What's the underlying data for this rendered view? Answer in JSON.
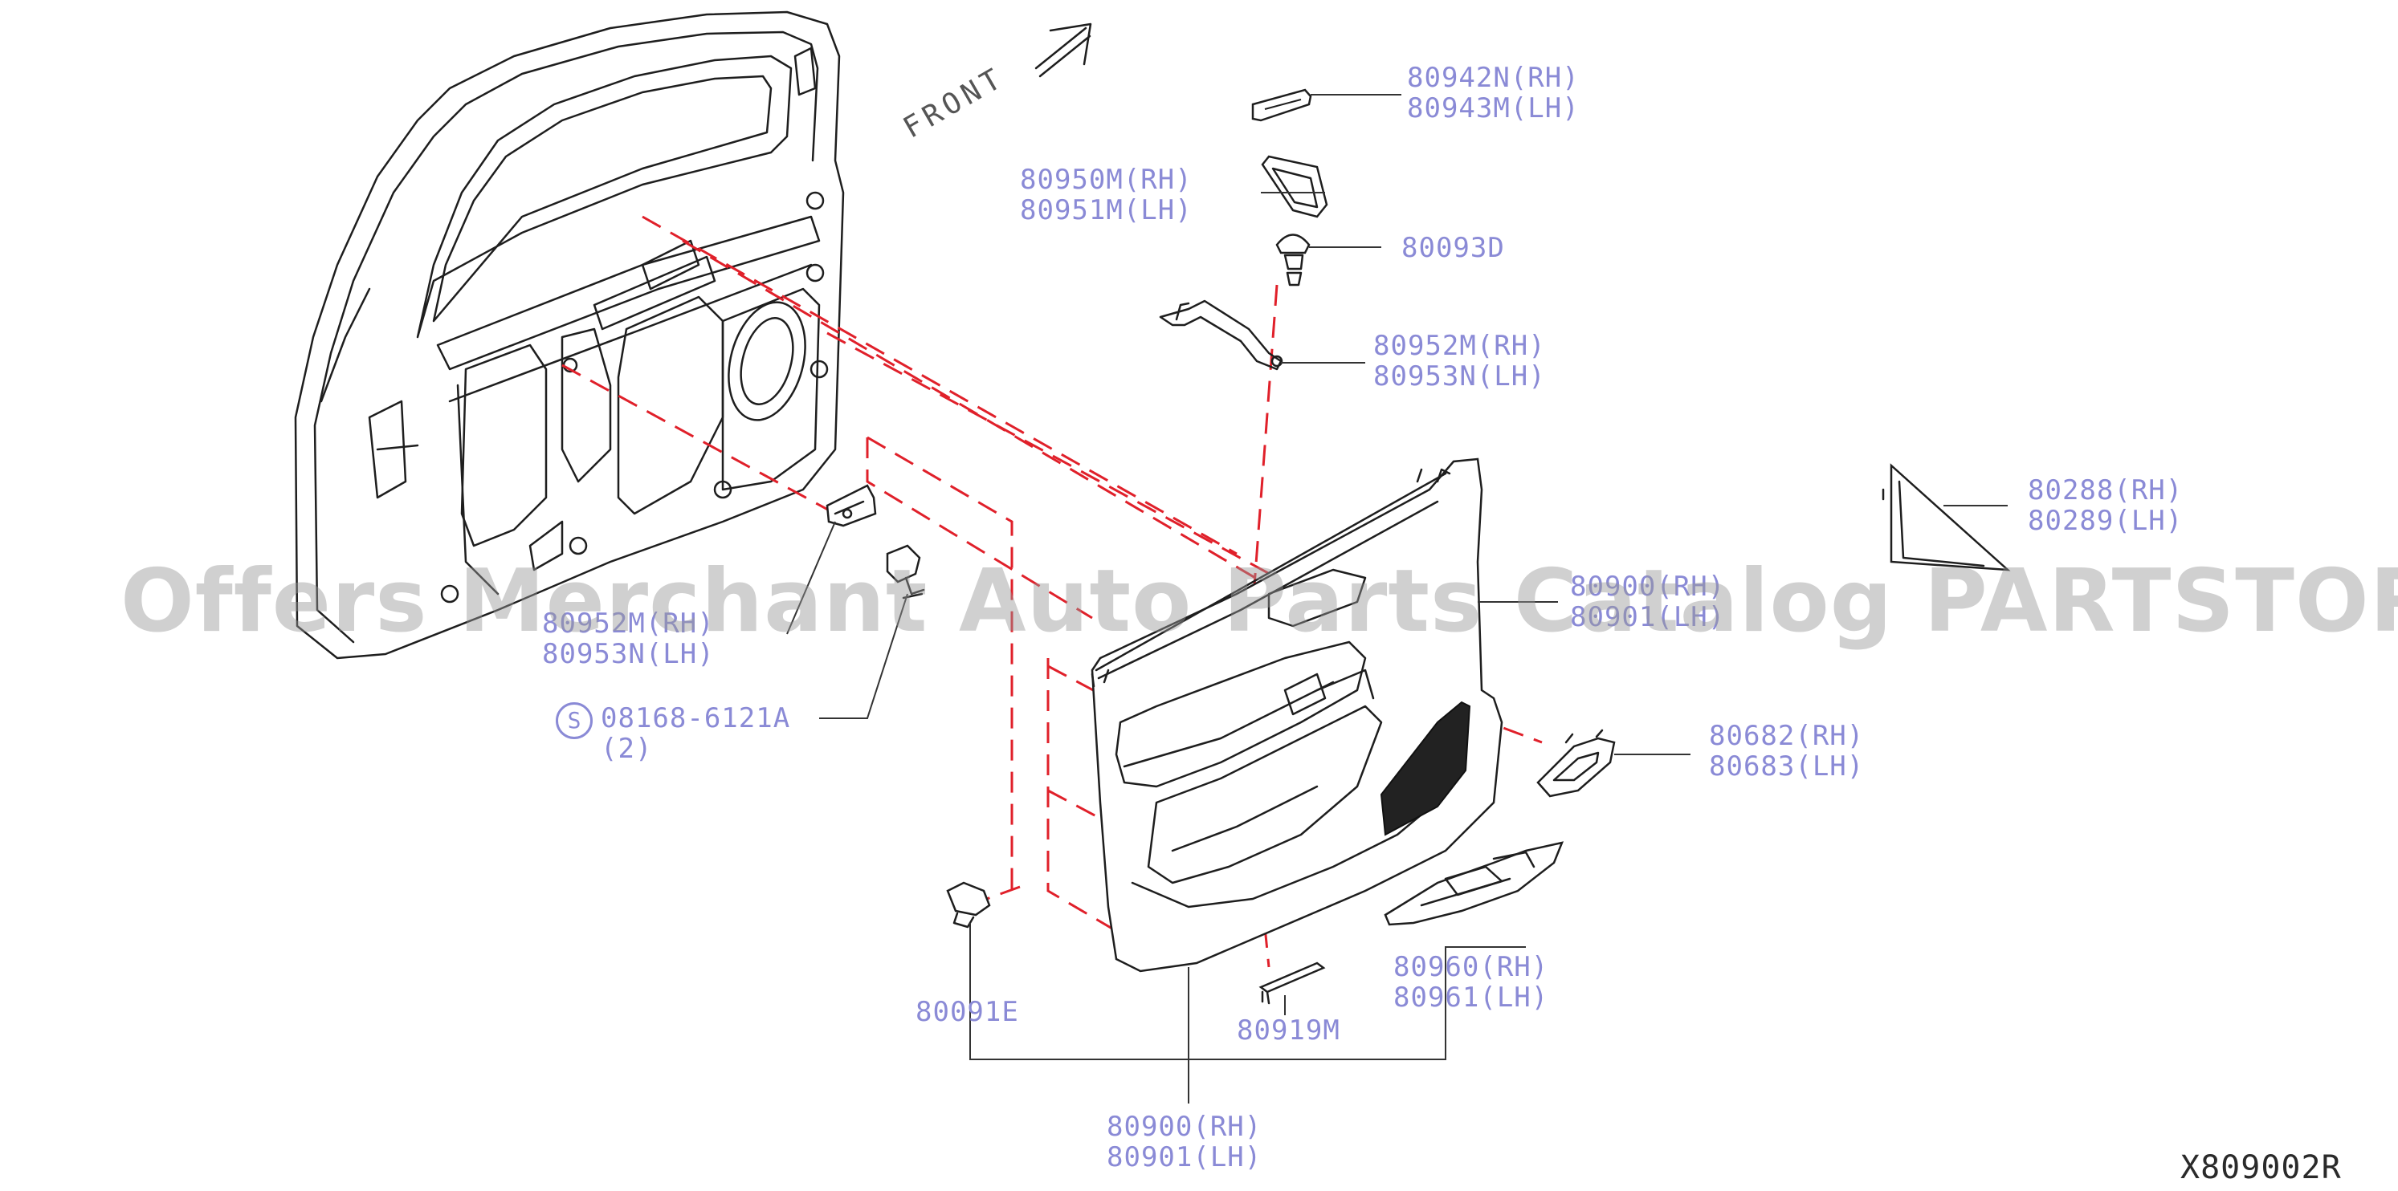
{
  "front_label": "FRONT",
  "watermark": "Offers Merchant Auto Parts Catalog PARTSTORE.SA",
  "drawing_code": "X809002R",
  "parts": {
    "p80942": {
      "line1": "80942N(RH)",
      "line2": "80943M(LH)"
    },
    "p80950": {
      "line1": "80950M(RH)",
      "line2": "80951M(LH)"
    },
    "p80093": {
      "line1": "80093D"
    },
    "p80952_top": {
      "line1": "80952M(RH)",
      "line2": "80953N(LH)"
    },
    "p80288": {
      "line1": "80288(RH)",
      "line2": "80289(LH)"
    },
    "p80900_mid": {
      "line1": "80900(RH)",
      "line2": "80901(LH)"
    },
    "p80952_left": {
      "line1": "80952M(RH)",
      "line2": "80953N(LH)"
    },
    "p08168": {
      "badge": "S",
      "line1": "08168-6121A",
      "line2": "(2)"
    },
    "p80682": {
      "line1": "80682(RH)",
      "line2": "80683(LH)"
    },
    "p80960": {
      "line1": "80960(RH)",
      "line2": "80961(LH)"
    },
    "p80091": {
      "line1": "80091E"
    },
    "p80919": {
      "line1": "80919M"
    },
    "p80900_bot": {
      "line1": "80900(RH)",
      "line2": "80901(LH)"
    }
  }
}
